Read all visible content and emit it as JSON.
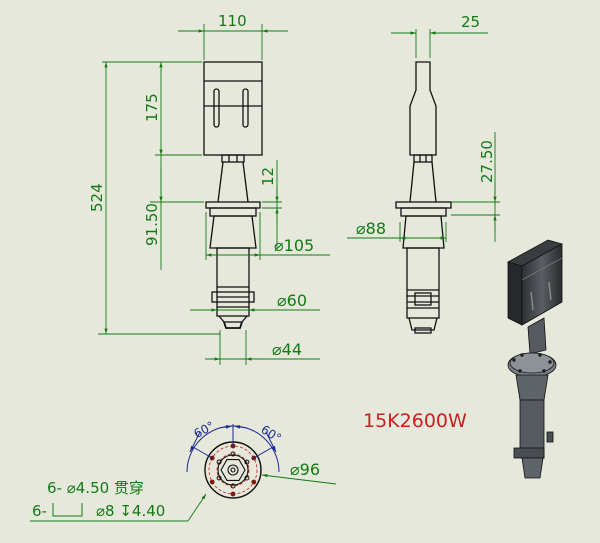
{
  "drawing": {
    "title": "15K2600W",
    "title_color": "#c8201c",
    "dimension_color": "#127a12",
    "angle_color": "#1b2b8c",
    "background": "#e6e8dc",
    "front_view": {
      "dimensions": {
        "horn_width": "110",
        "horn_height": "175",
        "overall_length": "524",
        "flange_offset": "91.50",
        "flange_thickness": "12",
        "flange_diameter": "⌀105",
        "body_diameter": "⌀60",
        "tip_diameter": "⌀44"
      }
    },
    "side_view": {
      "dimensions": {
        "horn_thickness": "25",
        "flange_height": "27.50",
        "cone_diameter": "⌀88"
      }
    },
    "bottom_view": {
      "angle_left": "60°",
      "angle_right": "60°",
      "bolt_circle_diameter": "⌀96",
      "hole_note_line1": "6- ⌀4.50 贯穿",
      "hole_note_line2_prefix": "6-",
      "hole_note_line2_value": "⌀8 ↧4.40"
    },
    "iso_view": {
      "label": "isometric-3d-view"
    }
  }
}
